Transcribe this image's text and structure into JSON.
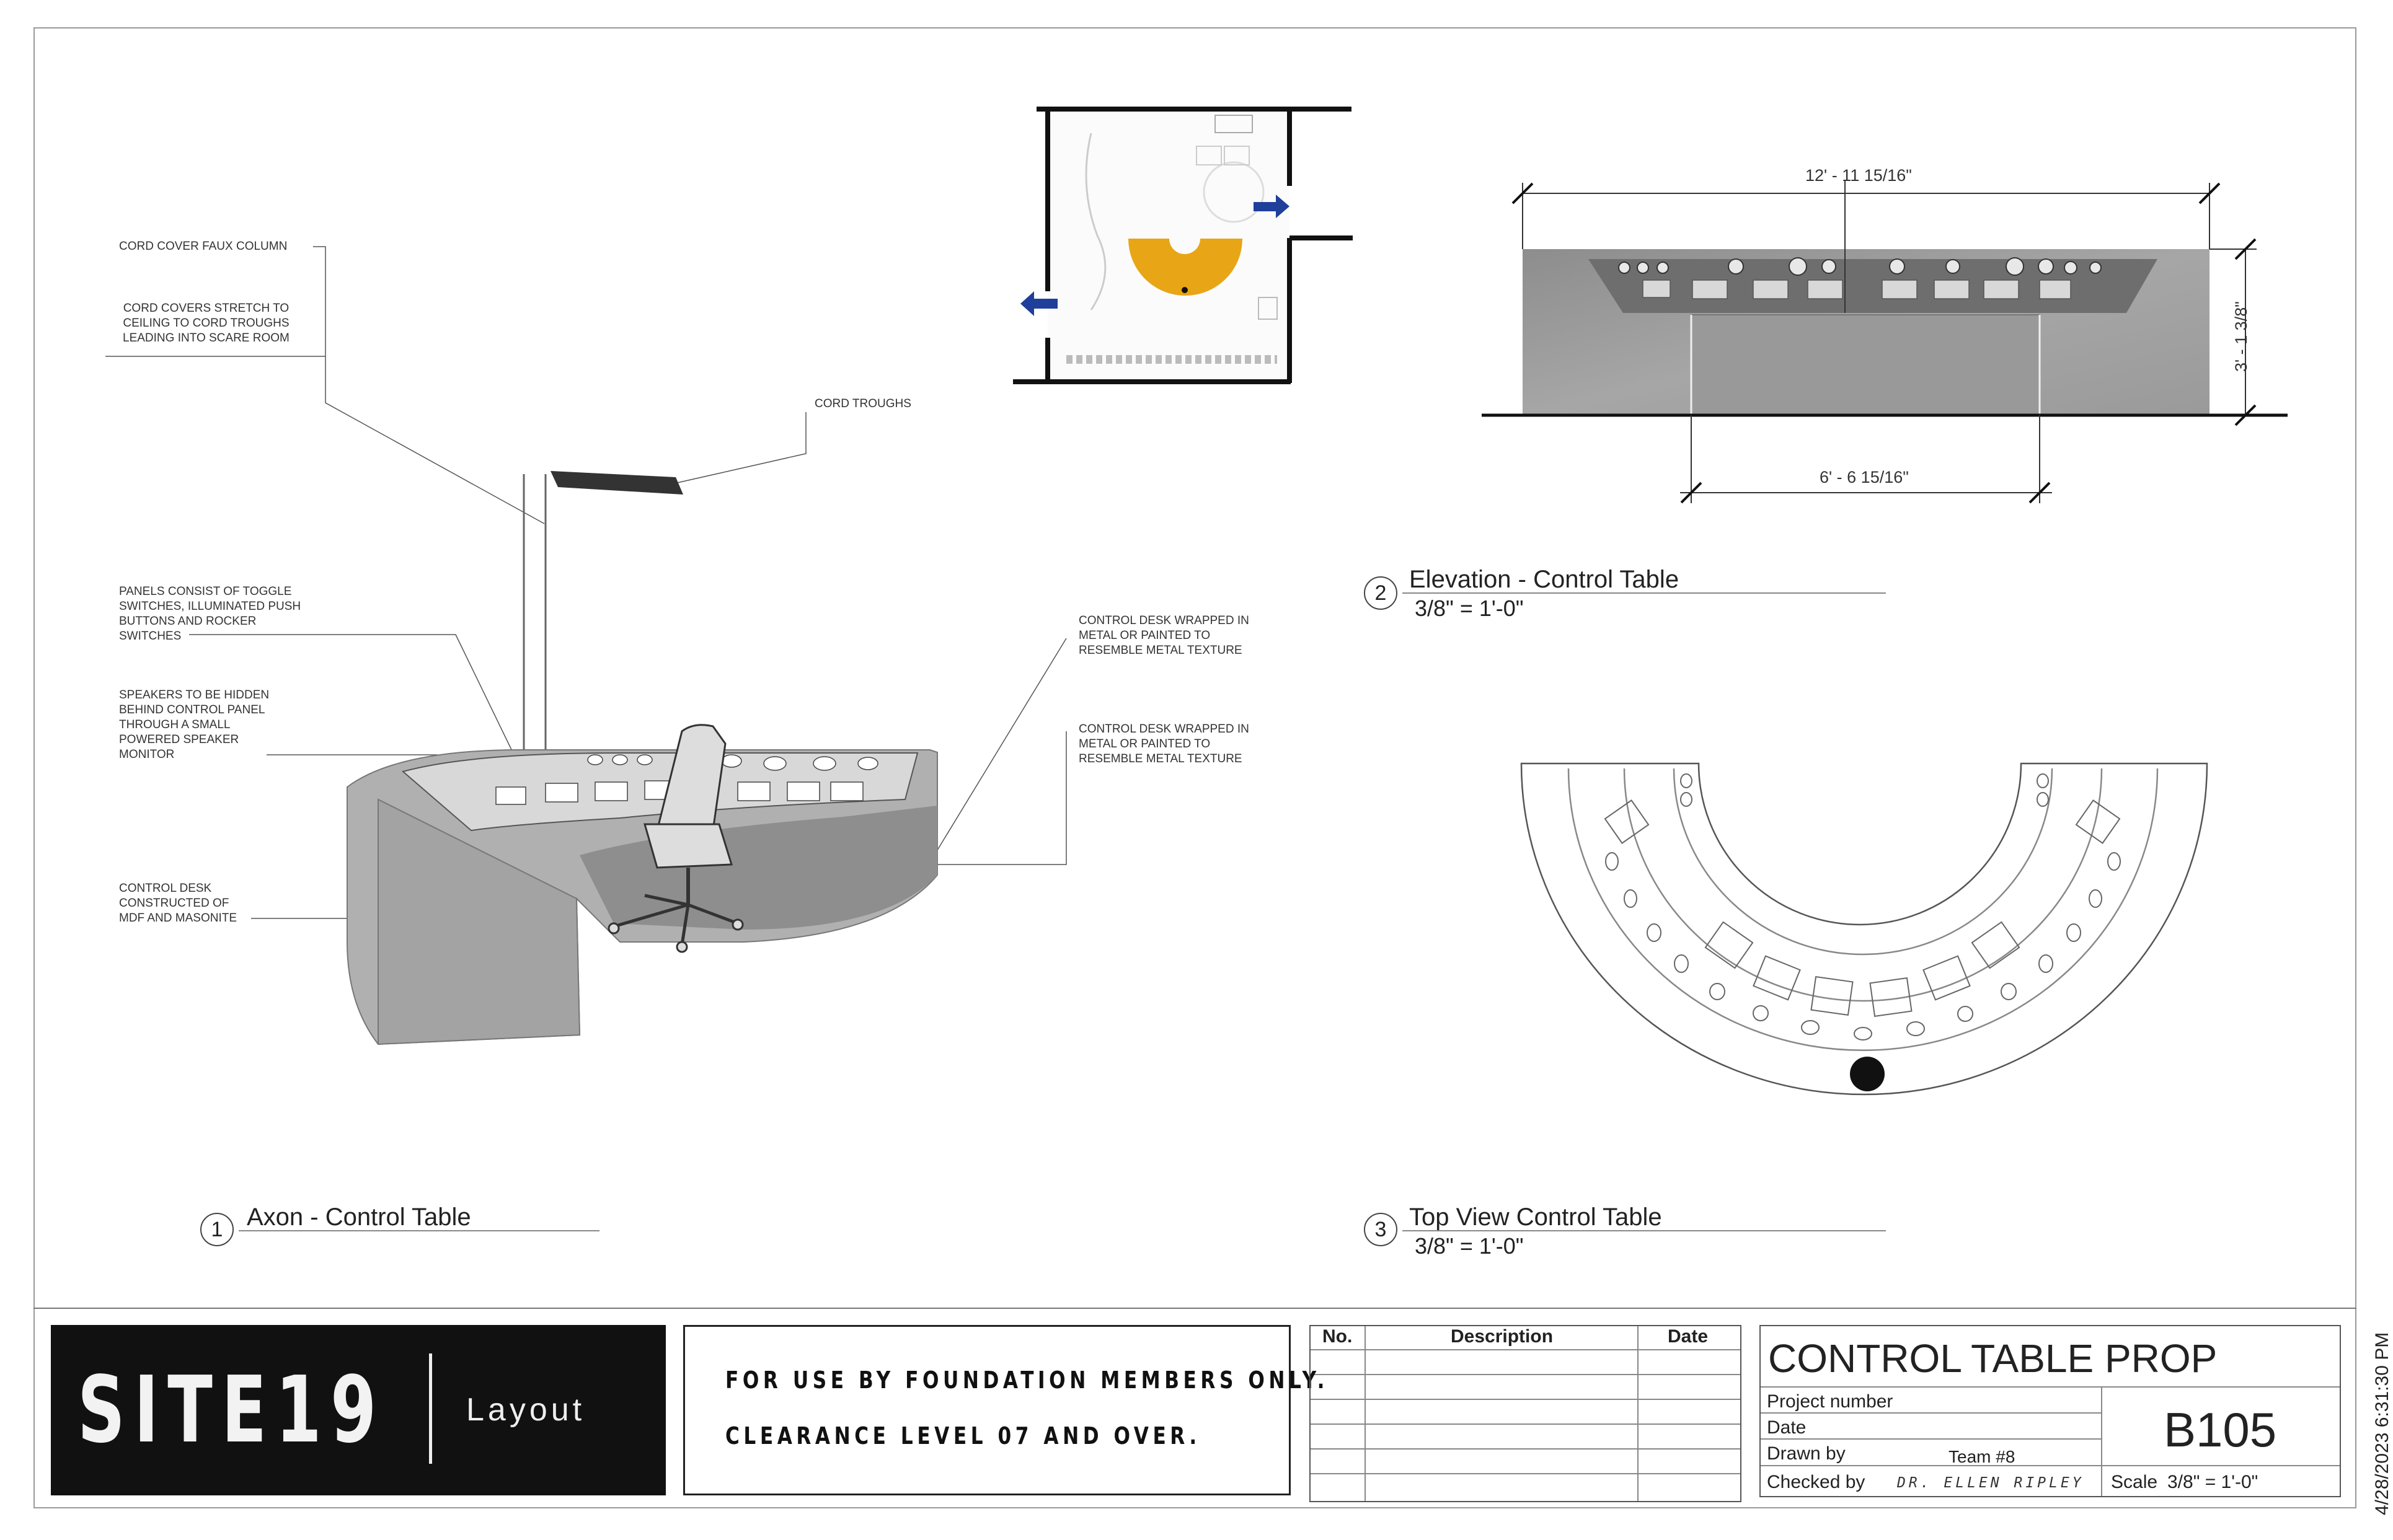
{
  "views": [
    {
      "number": "1",
      "title": "Axon - Control Table",
      "scale": ""
    },
    {
      "number": "2",
      "title": "Elevation - Control Table",
      "scale": "3/8\" = 1'-0\""
    },
    {
      "number": "3",
      "title": "Top View Control Table",
      "scale": "3/8\" = 1'-0\""
    }
  ],
  "notes": {
    "cord_cover_column": "CORD COVER FAUX COLUMN",
    "cord_covers_stretch": "CORD COVERS STRETCH TO\nCEILING TO CORD TROUGHS\nLEADING INTO SCARE ROOM",
    "cord_troughs": "CORD TROUGHS",
    "panels": "PANELS CONSIST OF TOGGLE\nSWITCHES, ILLUMINATED PUSH\nBUTTONS AND ROCKER\nSWITCHES",
    "speakers": "SPEAKERS TO BE HIDDEN\nBEHIND CONTROL PANEL\nTHROUGH A SMALL\nPOWERED SPEAKER\nMONITOR",
    "desk_constructed": "CONTROL DESK\nCONSTRUCTED OF\nMDF AND MASONITE",
    "desk_wrapped_1": "CONTROL DESK WRAPPED IN\nMETAL OR PAINTED TO\nRESEMBLE METAL TEXTURE",
    "desk_wrapped_2": "CONTROL DESK WRAPPED IN\nMETAL OR PAINTED TO\nRESEMBLE METAL TEXTURE"
  },
  "dimensions": {
    "overall_width": "12' - 11 15/16\"",
    "height": "3' - 1 3/8\"",
    "inner_width": "6' - 6 15/16\""
  },
  "title_block": {
    "logo_main": "SITE19",
    "logo_sub": "Layout",
    "notice_line1": "FOR USE BY FOUNDATION MEMBERS ONLY.",
    "notice_line2": "CLEARANCE LEVEL 07 AND OVER.",
    "rev_headers": {
      "no": "No.",
      "description": "Description",
      "date": "Date"
    },
    "project_title": "CONTROL TABLE PROP",
    "project_number_label": "Project number",
    "date_label": "Date",
    "drawn_by_label": "Drawn by",
    "drawn_by_value": "Team #8",
    "checked_by_label": "Checked by",
    "checked_by_value": "DR. ELLEN RIPLEY",
    "sheet_number": "B105",
    "scale_label": "Scale",
    "scale_value": "3/8\" = 1'-0\"",
    "timestamp": "4/28/2023 6:31:30 PM"
  },
  "colors": {
    "accent_yellow": "#e8a516",
    "arrow_blue": "#1f3f9a",
    "desk_gray": "#a9a9a9",
    "logo_black": "#111111"
  },
  "icons": [
    "scp-logo-icon",
    "exit-arrow-icon",
    "entry-arrow-icon",
    "office-chair-icon"
  ]
}
